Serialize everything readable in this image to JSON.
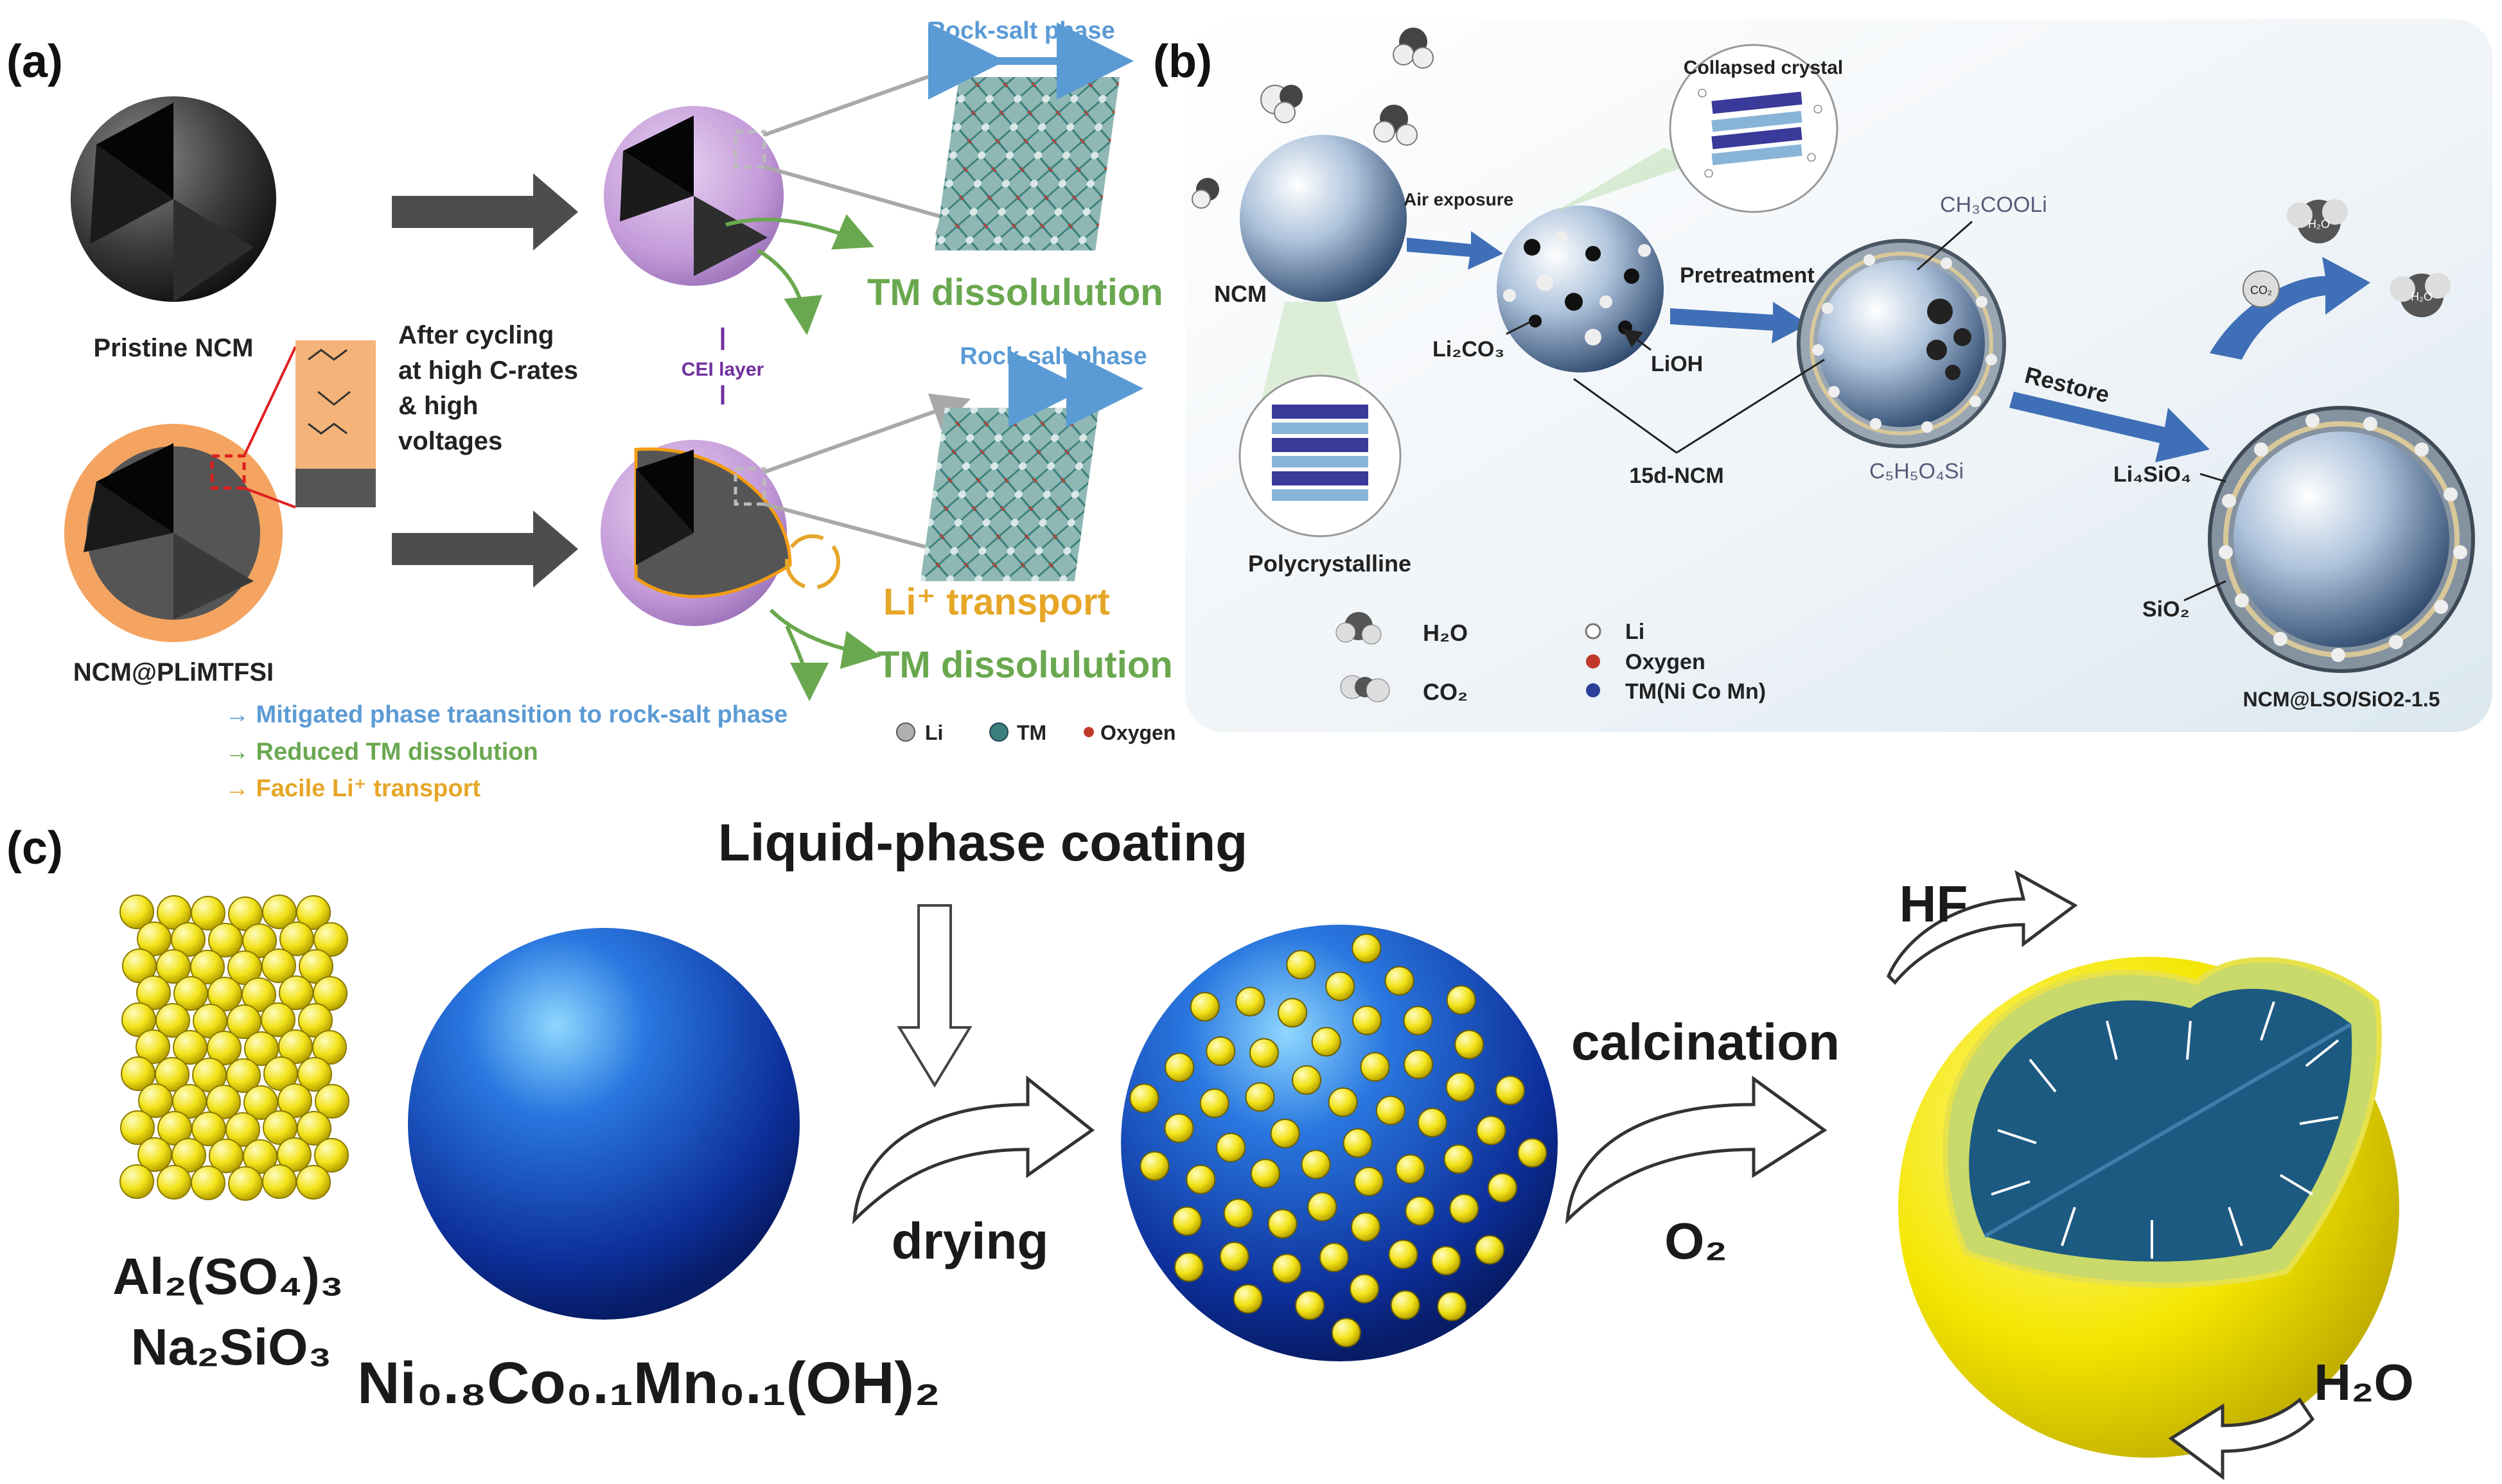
{
  "panel_a": {
    "label": "(a)",
    "pristine": "Pristine NCM",
    "coated": "NCM@PLiMTFSI",
    "cycling": [
      "After cycling",
      "at high C-rates",
      "& high",
      "voltages"
    ],
    "rocksalt_top": "Rock-salt phase",
    "rocksalt_bottom": "Rock-salt phase",
    "tm_top": "TM dissolulution",
    "tm_bottom": "TM dissolulution",
    "cei": "CEI layer",
    "li_transport": "Li⁺ transport",
    "bullets": [
      "→ Mitigated phase traansition to rock-salt phase",
      "→ Reduced TM dissolution",
      "→ Facile Li⁺ transport"
    ],
    "legend": {
      "li": "Li",
      "tm": "TM",
      "oxygen": "Oxygen"
    }
  },
  "panel_b": {
    "label": "(b)",
    "ncm": "NCM",
    "air_exposure": "Air exposure",
    "collapsed": "Collapsed crystal",
    "li2co3": "Li₂CO₃",
    "lioh": "LiOH",
    "pretreatment": "Pretreatment",
    "ch3cooli": "CH₃COOLi",
    "c5h5o4si": "C₅H₅O₄Si",
    "d15": "15d-NCM",
    "restore": "Restore",
    "li4sio4": "Li₄SiO₄",
    "sio2": "SiO₂",
    "final": "NCM@LSO/SiO2-1.5",
    "polycrystalline": "Polycrystalline",
    "h2o": "H₂O",
    "co2": "CO₂",
    "h2o_mol": "H₂O",
    "co2_mol": "CO₂",
    "legend": {
      "li": "Li",
      "oxygen": "Oxygen",
      "tm": "TM(Ni Co Mn)"
    }
  },
  "panel_c": {
    "label": "(c)",
    "title": "Liquid-phase coating",
    "precursors": [
      "Al₂(SO₄)₃",
      "Na₂SiO₃"
    ],
    "hydroxide": "Ni₀.₈Co₀.₁Mn₀.₁(OH)₂",
    "drying": "drying",
    "calcination": "calcination",
    "o2": "O₂",
    "hf": "HF",
    "h2o": "H₂O"
  },
  "colors": {
    "blue_text": "#5b9bd5",
    "green_text": "#6aa84f",
    "orange_text": "#e6a627",
    "cei_purple": "#7030a0",
    "coating_orange": "#f4a460",
    "particle_blue": "#1f4fb4",
    "dot_yellow": "#f2e318"
  }
}
